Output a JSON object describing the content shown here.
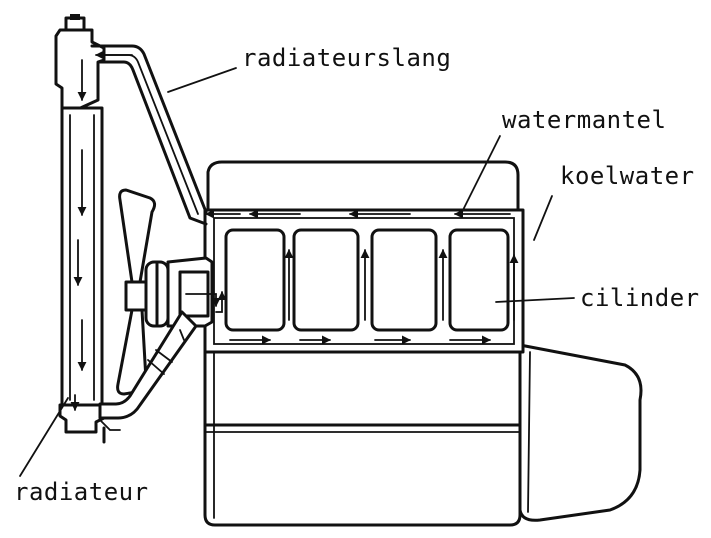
{
  "labels": {
    "radiatorHose": "radiateurslang",
    "waterJacket": "watermantel",
    "coolant": "koelwater",
    "cylinder": "cilinder",
    "radiator": "radiateur"
  }
}
